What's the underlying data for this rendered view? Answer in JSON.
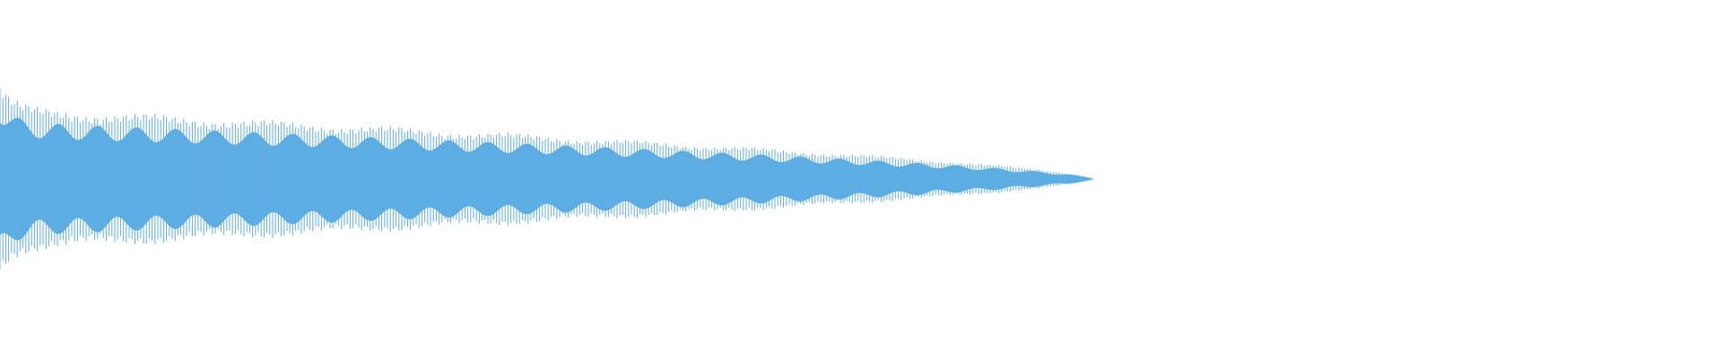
{
  "waveform": {
    "color": "#5dade2",
    "background": "#ffffff",
    "envelope": {
      "onset_peak": 0.56,
      "sustain_start": 0.41,
      "decay_end_time_fraction": 0.635,
      "baseline": 0.0
    },
    "modulation": {
      "cycles": 28,
      "depth": 0.28
    }
  }
}
